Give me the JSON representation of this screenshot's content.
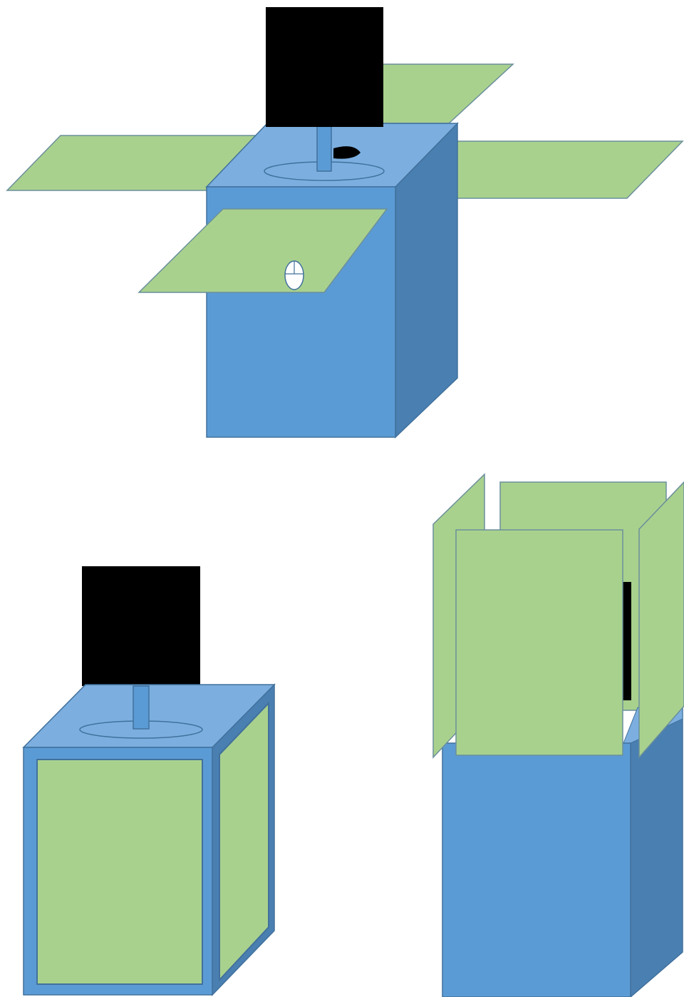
{
  "diagram": {
    "panels": [
      {
        "id": "unfolded",
        "state": "open-flat",
        "contents": [
          "monitor",
          "mouse",
          "cube",
          "flaps"
        ]
      },
      {
        "id": "walled",
        "state": "sides-attached",
        "contents": [
          "monitor",
          "cube",
          "panels"
        ]
      },
      {
        "id": "raised",
        "state": "flaps-up",
        "contents": [
          "cube",
          "flaps"
        ]
      }
    ]
  },
  "colors": {
    "cube_front": "#5b9bd5",
    "cube_top": "#7cafe0",
    "cube_side": "#4a7fb1",
    "cube_edge": "#41719c",
    "panel_fill": "#a9d18e",
    "panel_edge": "#6a8f9b",
    "monitor": "#000000",
    "background": "#ffffff"
  },
  "icons": [
    "monitor-icon",
    "mouse-icon"
  ]
}
